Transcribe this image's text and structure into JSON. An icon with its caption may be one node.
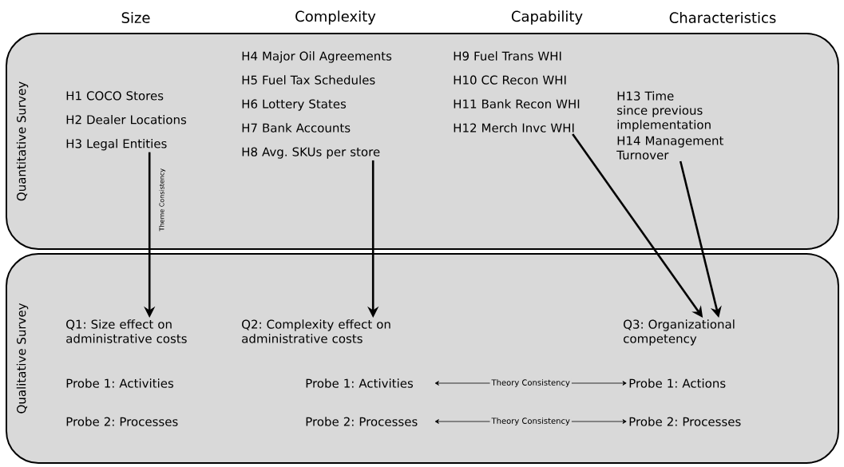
{
  "diagram": {
    "nodes": [
      {
        "text": [
          "Quantitative Survey"
        ]
      },
      {
        "text": [
          "Qualitative Survey"
        ]
      },
      {
        "text": [
          "H1 COCO Stores",
          "H2 Dealer Locations",
          "H3 Legal Entities"
        ],
        "in": 0
      },
      {
        "text": [
          "H4 Major Oil Agreements",
          "H5 Fuel Tax Schedules",
          "H6 Lottery States",
          "H7 Bank Accounts",
          "H8 Avg. SKUs per store"
        ],
        "in": 0
      },
      {
        "text": [
          "H9 Fuel Trans WHI",
          "H10 CC Recon WHI",
          "H11 Bank Recon WHI",
          "H12 Merch Invc WHI"
        ],
        "in": 0
      },
      {
        "text": [
          "H13 Time since previous implementation",
          "H14 Management Turnover"
        ],
        "in": 0
      },
      {
        "text": [
          "Q1: Size effect on administrative costs"
        ],
        "in": 1
      },
      {
        "text": [
          "Probe 1: Activities"
        ],
        "in": 1
      },
      {
        "text": [
          "Probe 2: Processes"
        ],
        "in": 1
      },
      {
        "text": [
          "Q2: Complexity effect on administrative costs"
        ],
        "in": 1
      },
      {
        "text": [
          "Probe 1: Activities"
        ],
        "in": 1
      },
      {
        "text": [
          "Probe 2: Processes"
        ],
        "in": 1
      },
      {
        "text": [
          "Q3: Organizational competency"
        ],
        "in": 1
      },
      {
        "text": [
          "Probe 1: Actions"
        ],
        "in": 1
      },
      {
        "text": [
          "Probe 2: Processes"
        ],
        "in": 1
      }
    ],
    "edges": [
      {
        "from": 2,
        "to": 6,
        "arrow": "to",
        "label": "Theme Consistency"
      },
      {
        "from": 3,
        "to": 9,
        "arrow": "to"
      },
      {
        "from": 4,
        "to": 12,
        "arrow": "to"
      },
      {
        "from": 5,
        "to": 12,
        "arrow": "to"
      },
      {
        "from": 10,
        "to": 13,
        "arrow": "both",
        "label": "Theory Consistency"
      },
      {
        "from": 11,
        "to": 14,
        "arrow": "both",
        "label": "Theory Consistency"
      }
    ],
    "labels": [
      "Size",
      "Complexity",
      "Capability",
      "Characteristics"
    ]
  }
}
